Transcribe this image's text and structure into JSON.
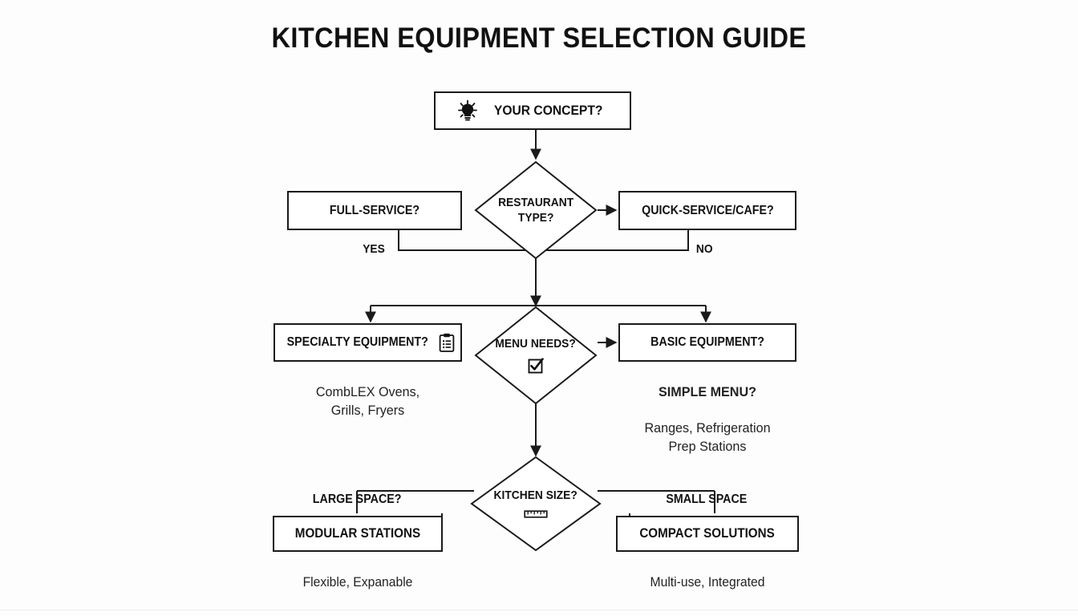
{
  "page": {
    "title": "KITCHEN EQUIPMENT SELECTION GUIDE",
    "background_color": "#fdfdfd",
    "line_color": "#1a1a1a"
  },
  "nodes": {
    "start": {
      "label": "YOUR CONCEPT?",
      "icon": "lightbulb-icon"
    },
    "decision_type": {
      "line1": "RESTAURANT",
      "line2": "TYPE?"
    },
    "full_service": {
      "label": "FULL-SERVICE?"
    },
    "quick_service": {
      "label": "QUICK-SERVICE/CAFE?"
    },
    "decision_menu": {
      "line1": "MENU NEEDS?",
      "icon": "checked-checkbox-icon"
    },
    "specialty_equipment": {
      "label": "SPECIALTY EQUIPMENT?",
      "icon": "clipboard-list-icon"
    },
    "basic_equipment": {
      "label": "BASIC EQUIPMENT?"
    },
    "decision_size": {
      "line1": "KITCHEN SIZE?",
      "icon": "ruler-icon"
    },
    "modular_stations": {
      "label": "MODULAR STATIONS"
    },
    "compact_solutions": {
      "label": "COMPACT SOLUTIONS"
    }
  },
  "captions": {
    "specialty": {
      "head": "",
      "body": "CombLEX Ovens,\nGrills, Fryers"
    },
    "basic": {
      "head": "SIMPLE MENU?",
      "body": "Ranges, Refrigeration\nPrep Stations"
    },
    "modular": {
      "head": "",
      "body": "Flexible, Expanable"
    },
    "compact": {
      "head": "",
      "body": "Multi-use, Integrated"
    }
  },
  "edge_labels": {
    "yes": "YES",
    "no": "NO",
    "large_space": "LARGE SPACE?",
    "small_space": "SMALL SPACE"
  }
}
